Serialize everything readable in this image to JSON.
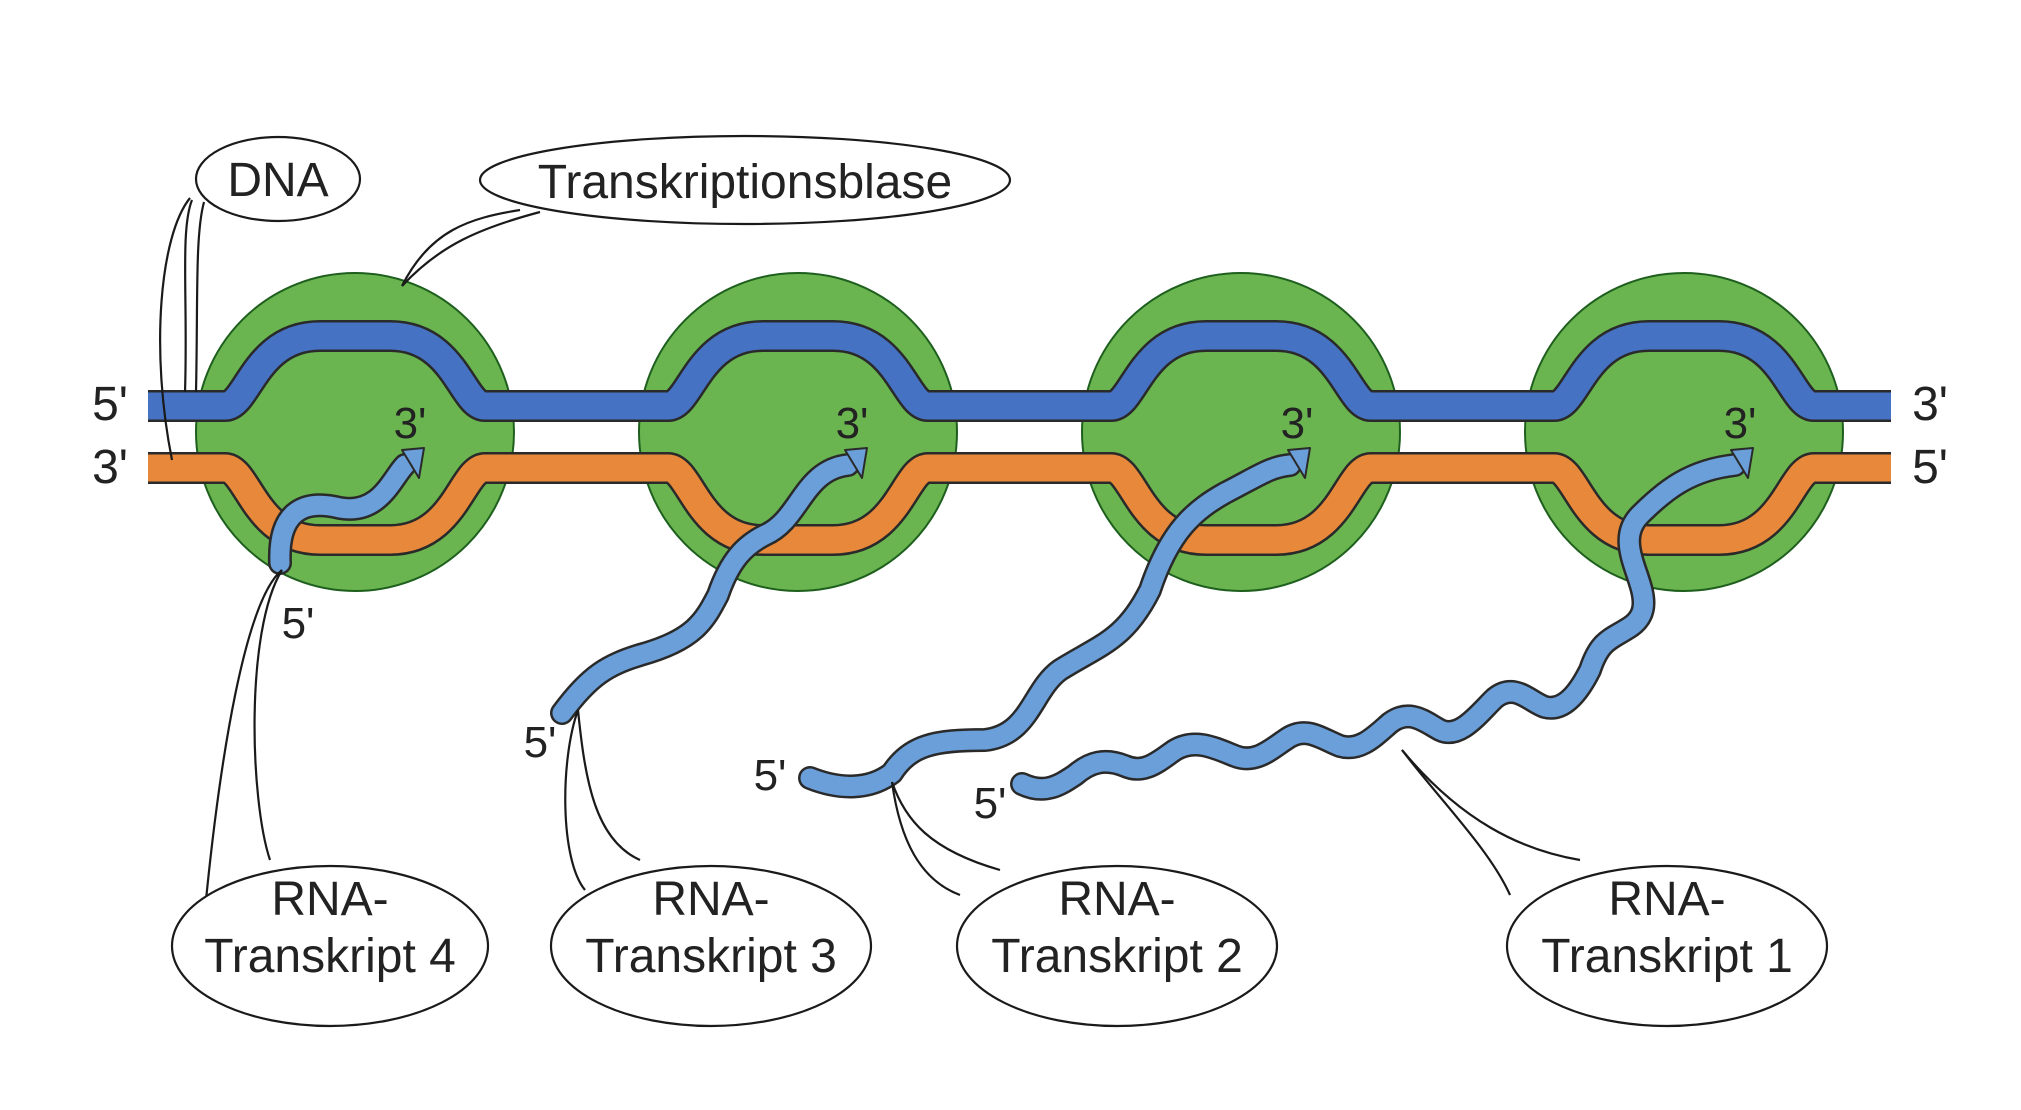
{
  "colors": {
    "background": "#ffffff",
    "bubble_fill": "#6ab550",
    "bubble_stroke": "#1e5f1e",
    "dna_top_strand": "#4672c4",
    "dna_bottom_strand": "#e8883a",
    "rna": "#6a9fda",
    "outline": "#2a2a2a"
  },
  "labels": {
    "dna": "DNA",
    "bubble": "Transkriptionsblase",
    "top_left_end": "5'",
    "top_right_end": "3'",
    "bottom_left_end": "3'",
    "bottom_right_end": "5'"
  },
  "transcripts": [
    {
      "line1": "RNA-",
      "line2": "Transkript 4",
      "five_prime": "5'",
      "three_prime": "3'"
    },
    {
      "line1": "RNA-",
      "line2": "Transkript 3",
      "five_prime": "5'",
      "three_prime": "3'"
    },
    {
      "line1": "RNA-",
      "line2": "Transkript 2",
      "five_prime": "5'",
      "three_prime": "3'"
    },
    {
      "line1": "RNA-",
      "line2": "Transkript 1",
      "five_prime": "5'",
      "three_prime": "3'"
    }
  ]
}
